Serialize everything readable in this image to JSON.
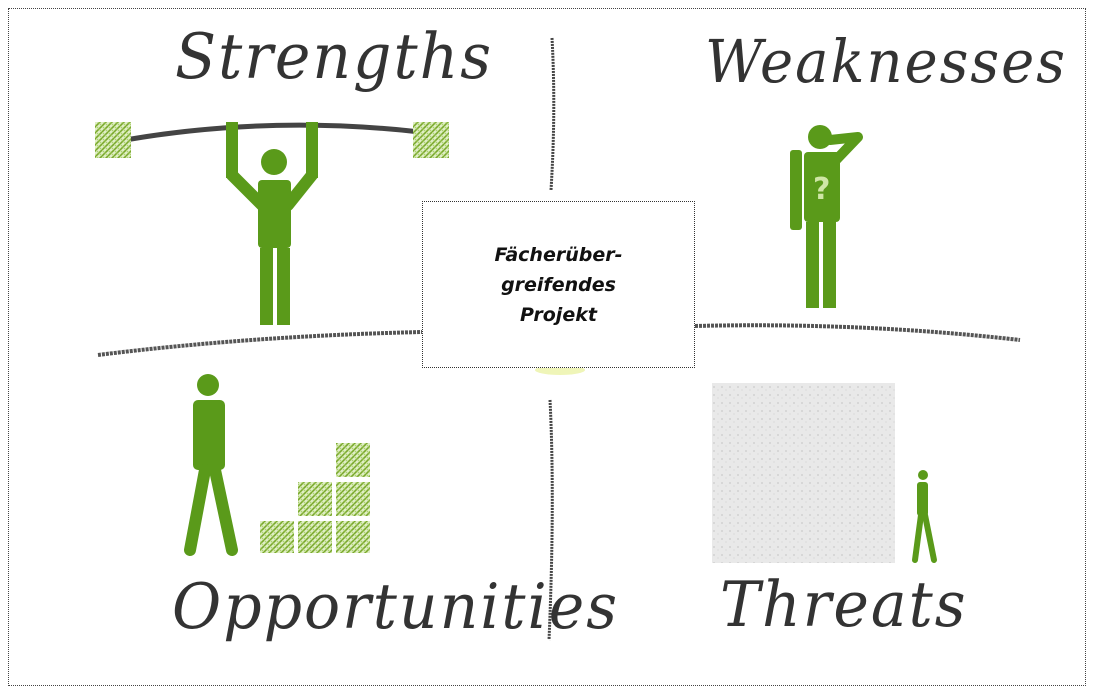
{
  "quadrants": {
    "strengths": "Strengths",
    "weaknesses": "Weaknesses",
    "opportunities": "Opportunities",
    "threats": "Threats"
  },
  "center": {
    "text": "Fächerüber-greifendes Projekt"
  },
  "colors": {
    "figure_green": "#5a9a1a",
    "block_green": "#8dbb3f",
    "line_gray": "#555555",
    "stone_gray": "#e6e6e6"
  }
}
